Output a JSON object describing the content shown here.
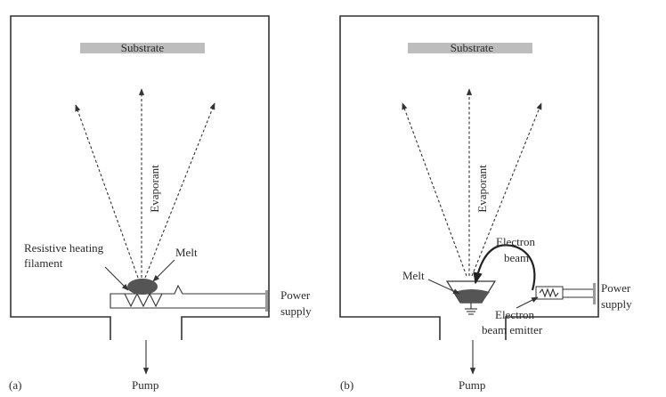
{
  "panel_a": {
    "tag": "(a)",
    "substrate": "Substrate",
    "evaporant": "Evaporant",
    "heating_filament_line1": "Resistive heating",
    "heating_filament_line2": "filament",
    "melt": "Melt",
    "power_supply_line1": "Power",
    "power_supply_line2": "supply",
    "pump": "Pump"
  },
  "panel_b": {
    "tag": "(b)",
    "substrate": "Substrate",
    "evaporant": "Evaporant",
    "electron_beam_line1": "Electron",
    "electron_beam_line2": "beam",
    "melt": "Melt",
    "emitter_line1": "Electron",
    "emitter_line2": "beam emitter",
    "power_supply_line1": "Power",
    "power_supply_line2": "supply",
    "pump": "Pump"
  }
}
